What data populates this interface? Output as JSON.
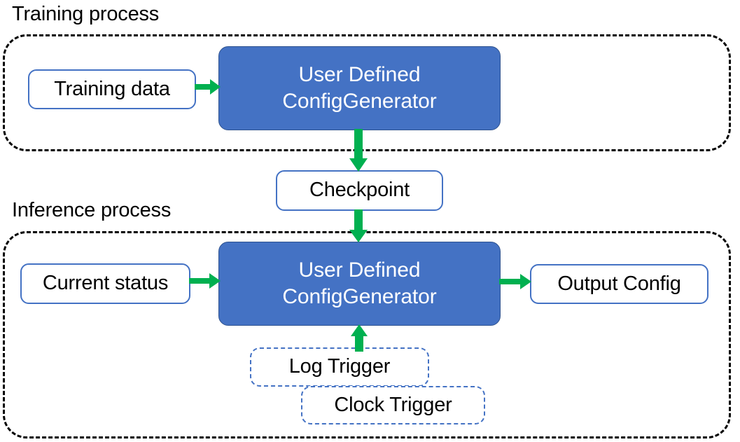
{
  "diagram": {
    "title_visible": false,
    "colors": {
      "process_fill": "#4472C4",
      "process_border": "#2E528F",
      "node_border": "#4472C4",
      "arrow": "#00B050",
      "container_border": "#000000",
      "node_text": "#000000",
      "process_text": "#FFFFFF"
    },
    "sections": [
      {
        "id": "training",
        "label": "Training process"
      },
      {
        "id": "inference",
        "label": "Inference process"
      }
    ],
    "nodes": {
      "training_data": {
        "label": "Training data",
        "style": "solid-outline"
      },
      "config_generator_train": {
        "label_line1": "User Defined",
        "label_line2": "ConfigGenerator",
        "style": "filled"
      },
      "checkpoint": {
        "label": "Checkpoint",
        "style": "solid-outline"
      },
      "current_status": {
        "label": "Current status",
        "style": "solid-outline"
      },
      "config_generator_infer": {
        "label_line1": "User Defined",
        "label_line2": "ConfigGenerator",
        "style": "filled"
      },
      "output_config": {
        "label": "Output Config",
        "style": "solid-outline"
      },
      "log_trigger": {
        "label": "Log Trigger",
        "style": "dashed-outline"
      },
      "clock_trigger": {
        "label": "Clock Trigger",
        "style": "dashed-outline"
      }
    },
    "edges": [
      {
        "from": "training_data",
        "to": "config_generator_train",
        "direction": "right"
      },
      {
        "from": "config_generator_train",
        "to": "checkpoint",
        "direction": "down"
      },
      {
        "from": "checkpoint",
        "to": "config_generator_infer",
        "direction": "down"
      },
      {
        "from": "current_status",
        "to": "config_generator_infer",
        "direction": "right"
      },
      {
        "from": "config_generator_infer",
        "to": "output_config",
        "direction": "right"
      },
      {
        "from": "log_trigger",
        "to": "config_generator_infer",
        "direction": "up"
      }
    ]
  }
}
